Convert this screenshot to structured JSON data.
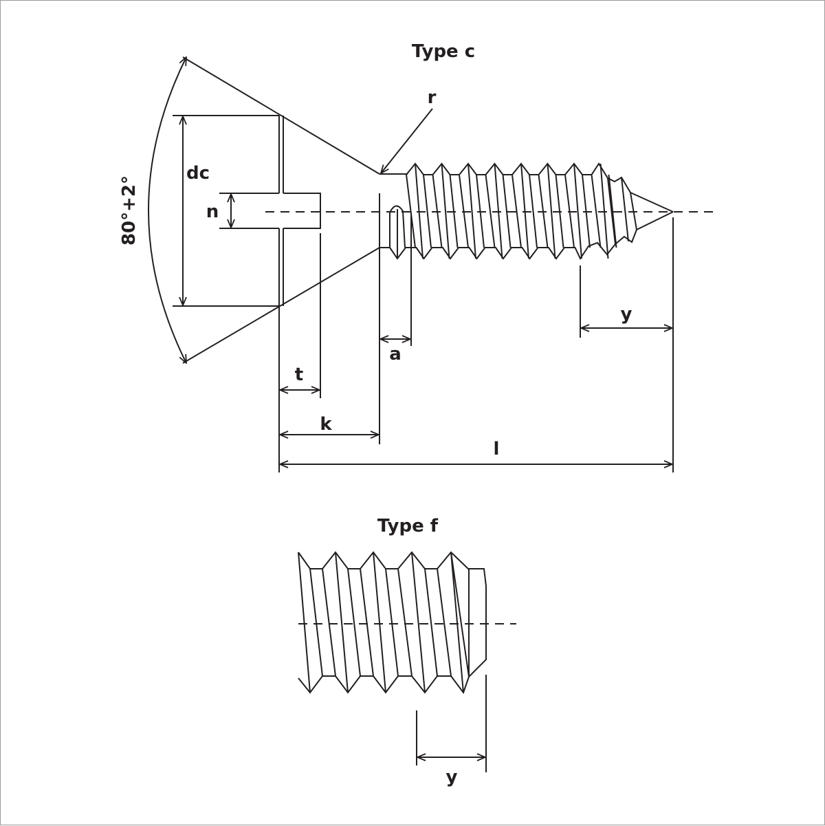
{
  "titles": {
    "type_c": "Type c",
    "type_f": "Type f"
  },
  "labels": {
    "r": "r",
    "dc": "dc",
    "n": "n",
    "angle": "80°+2°",
    "t": "t",
    "k": "k",
    "l": "l",
    "a": "a",
    "y_c": "y",
    "y_f": "y"
  },
  "colors": {
    "line": "#231f20",
    "frame": "#9a9a9a"
  }
}
